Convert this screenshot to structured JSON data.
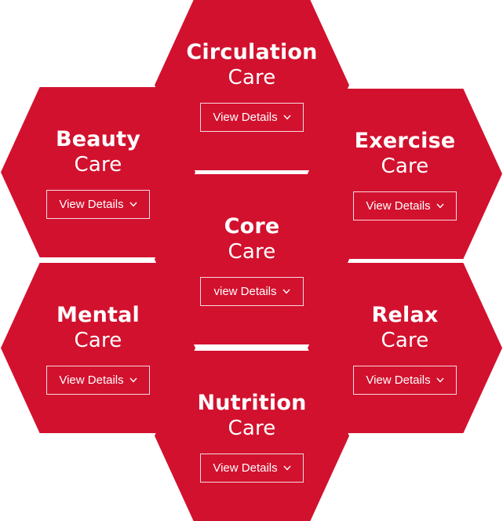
{
  "hexagons": {
    "circulation": {
      "title_bold": "Circulation",
      "title_light": "Care",
      "button_label": "View Details"
    },
    "beauty": {
      "title_bold": "Beauty",
      "title_light": "Care",
      "button_label": "View Details"
    },
    "exercise": {
      "title_bold": "Exercise",
      "title_light": "Care",
      "button_label": "View Details"
    },
    "core": {
      "title_bold": "Core",
      "title_light": "Care",
      "button_label": "view Details"
    },
    "mental": {
      "title_bold": "Mental",
      "title_light": "Care",
      "button_label": "View Details"
    },
    "relax": {
      "title_bold": "Relax",
      "title_light": "Care",
      "button_label": "View Details"
    },
    "nutrition": {
      "title_bold": "Nutrition",
      "title_light": "Care",
      "button_label": "View Details"
    }
  },
  "colors": {
    "hex_fill": "#d2112e",
    "text": "#ffffff",
    "background": "#ffffff"
  },
  "icons": {
    "button_icon": "chevron-down-icon"
  }
}
